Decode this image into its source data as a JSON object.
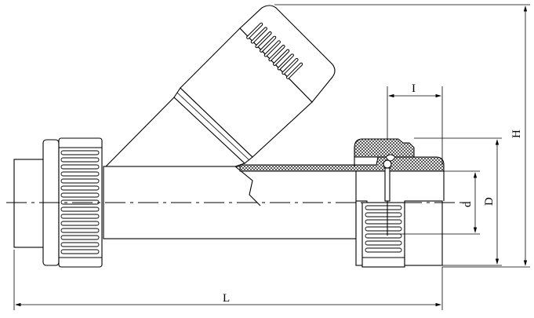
{
  "dimensions": {
    "length": "L",
    "height": "H",
    "inner_diameter": "d",
    "outer_diameter": "D",
    "offset": "I"
  }
}
